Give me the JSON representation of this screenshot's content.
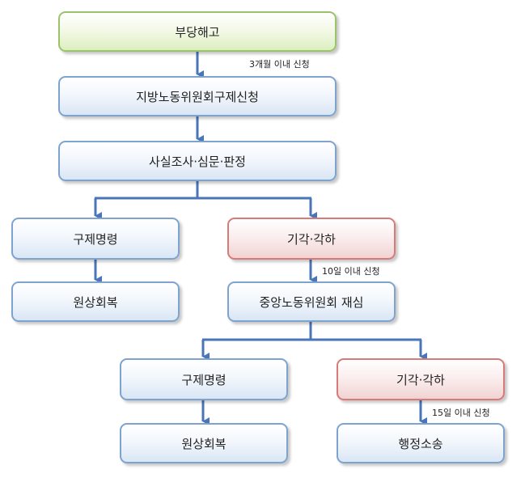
{
  "nodes": {
    "unfair_dismissal": "부당해고",
    "local_commission_request": "지방노동위원회구제신청",
    "fact_finding": "사실조사·심문·판정",
    "remedy_order_1": "구제명령",
    "rejection_1": "기각·각하",
    "reinstatement_1": "원상회복",
    "central_commission_review": "중앙노동위원회 재심",
    "remedy_order_2": "구제명령",
    "rejection_2": "기각·각하",
    "reinstatement_2": "원상회복",
    "administrative_lawsuit": "행정소송"
  },
  "notes": {
    "three_months": "3개월 이내 신청",
    "ten_days": "10일 이내 신청",
    "fifteen_days": "15일 이내 신청"
  },
  "colors": {
    "connector": "#4a76b8",
    "blue_border": "#7fa3cf",
    "green_border": "#9cc26c",
    "red_border": "#d77a78"
  }
}
